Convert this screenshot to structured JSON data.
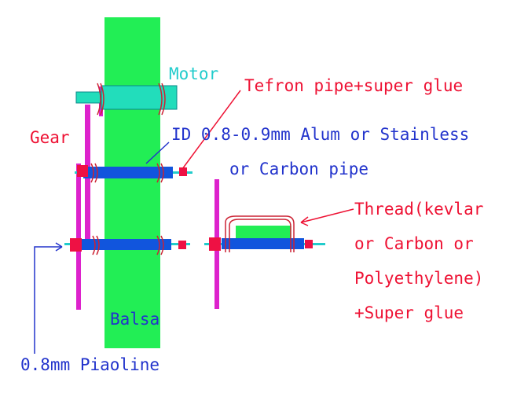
{
  "labels": {
    "motor": "Motor",
    "gear": "Gear",
    "tefron": "Tefron pipe+super glue",
    "pipe_line1": "ID 0.8-0.9mm Alum or Stainless",
    "pipe_line2": "or Carbon pipe",
    "thread_line1": "Thread(kevlar",
    "thread_line2": "or Carbon or",
    "thread_line3": "Polyethylene)",
    "thread_line4": "+Super glue",
    "balsa": "Balsa",
    "piano": "0.8mm Piaoline"
  },
  "colors": {
    "balsa": "#22ee55",
    "motor": "#22ddbb",
    "pipe": "#1155dd",
    "wire": "#22cccc",
    "teflon": "#ee1144",
    "gear": "#dd22cc",
    "thread": "#cc2233",
    "label_red": "#ee1133",
    "label_cyan": "#22cccc",
    "label_blue": "#2233cc"
  }
}
